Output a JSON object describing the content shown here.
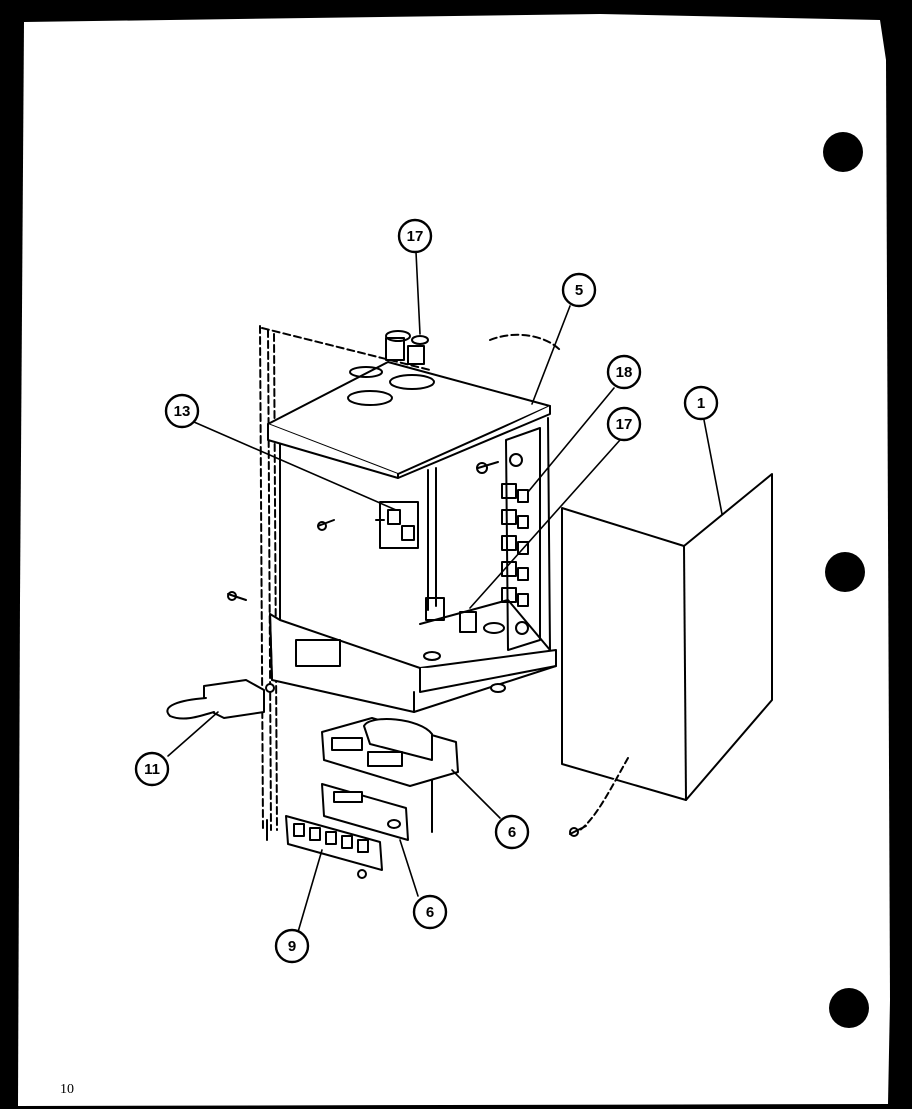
{
  "page_number": "10",
  "callouts": [
    {
      "id": "c17a",
      "label": "17"
    },
    {
      "id": "c5",
      "label": "5"
    },
    {
      "id": "c18",
      "label": "18"
    },
    {
      "id": "c1",
      "label": "1"
    },
    {
      "id": "c13",
      "label": "13"
    },
    {
      "id": "c17b",
      "label": "17"
    },
    {
      "id": "c11",
      "label": "11"
    },
    {
      "id": "c6a",
      "label": "6"
    },
    {
      "id": "c6b",
      "label": "6"
    },
    {
      "id": "c9",
      "label": "9"
    }
  ],
  "colors": {
    "ink": "#000000",
    "paper": "#ffffff"
  }
}
